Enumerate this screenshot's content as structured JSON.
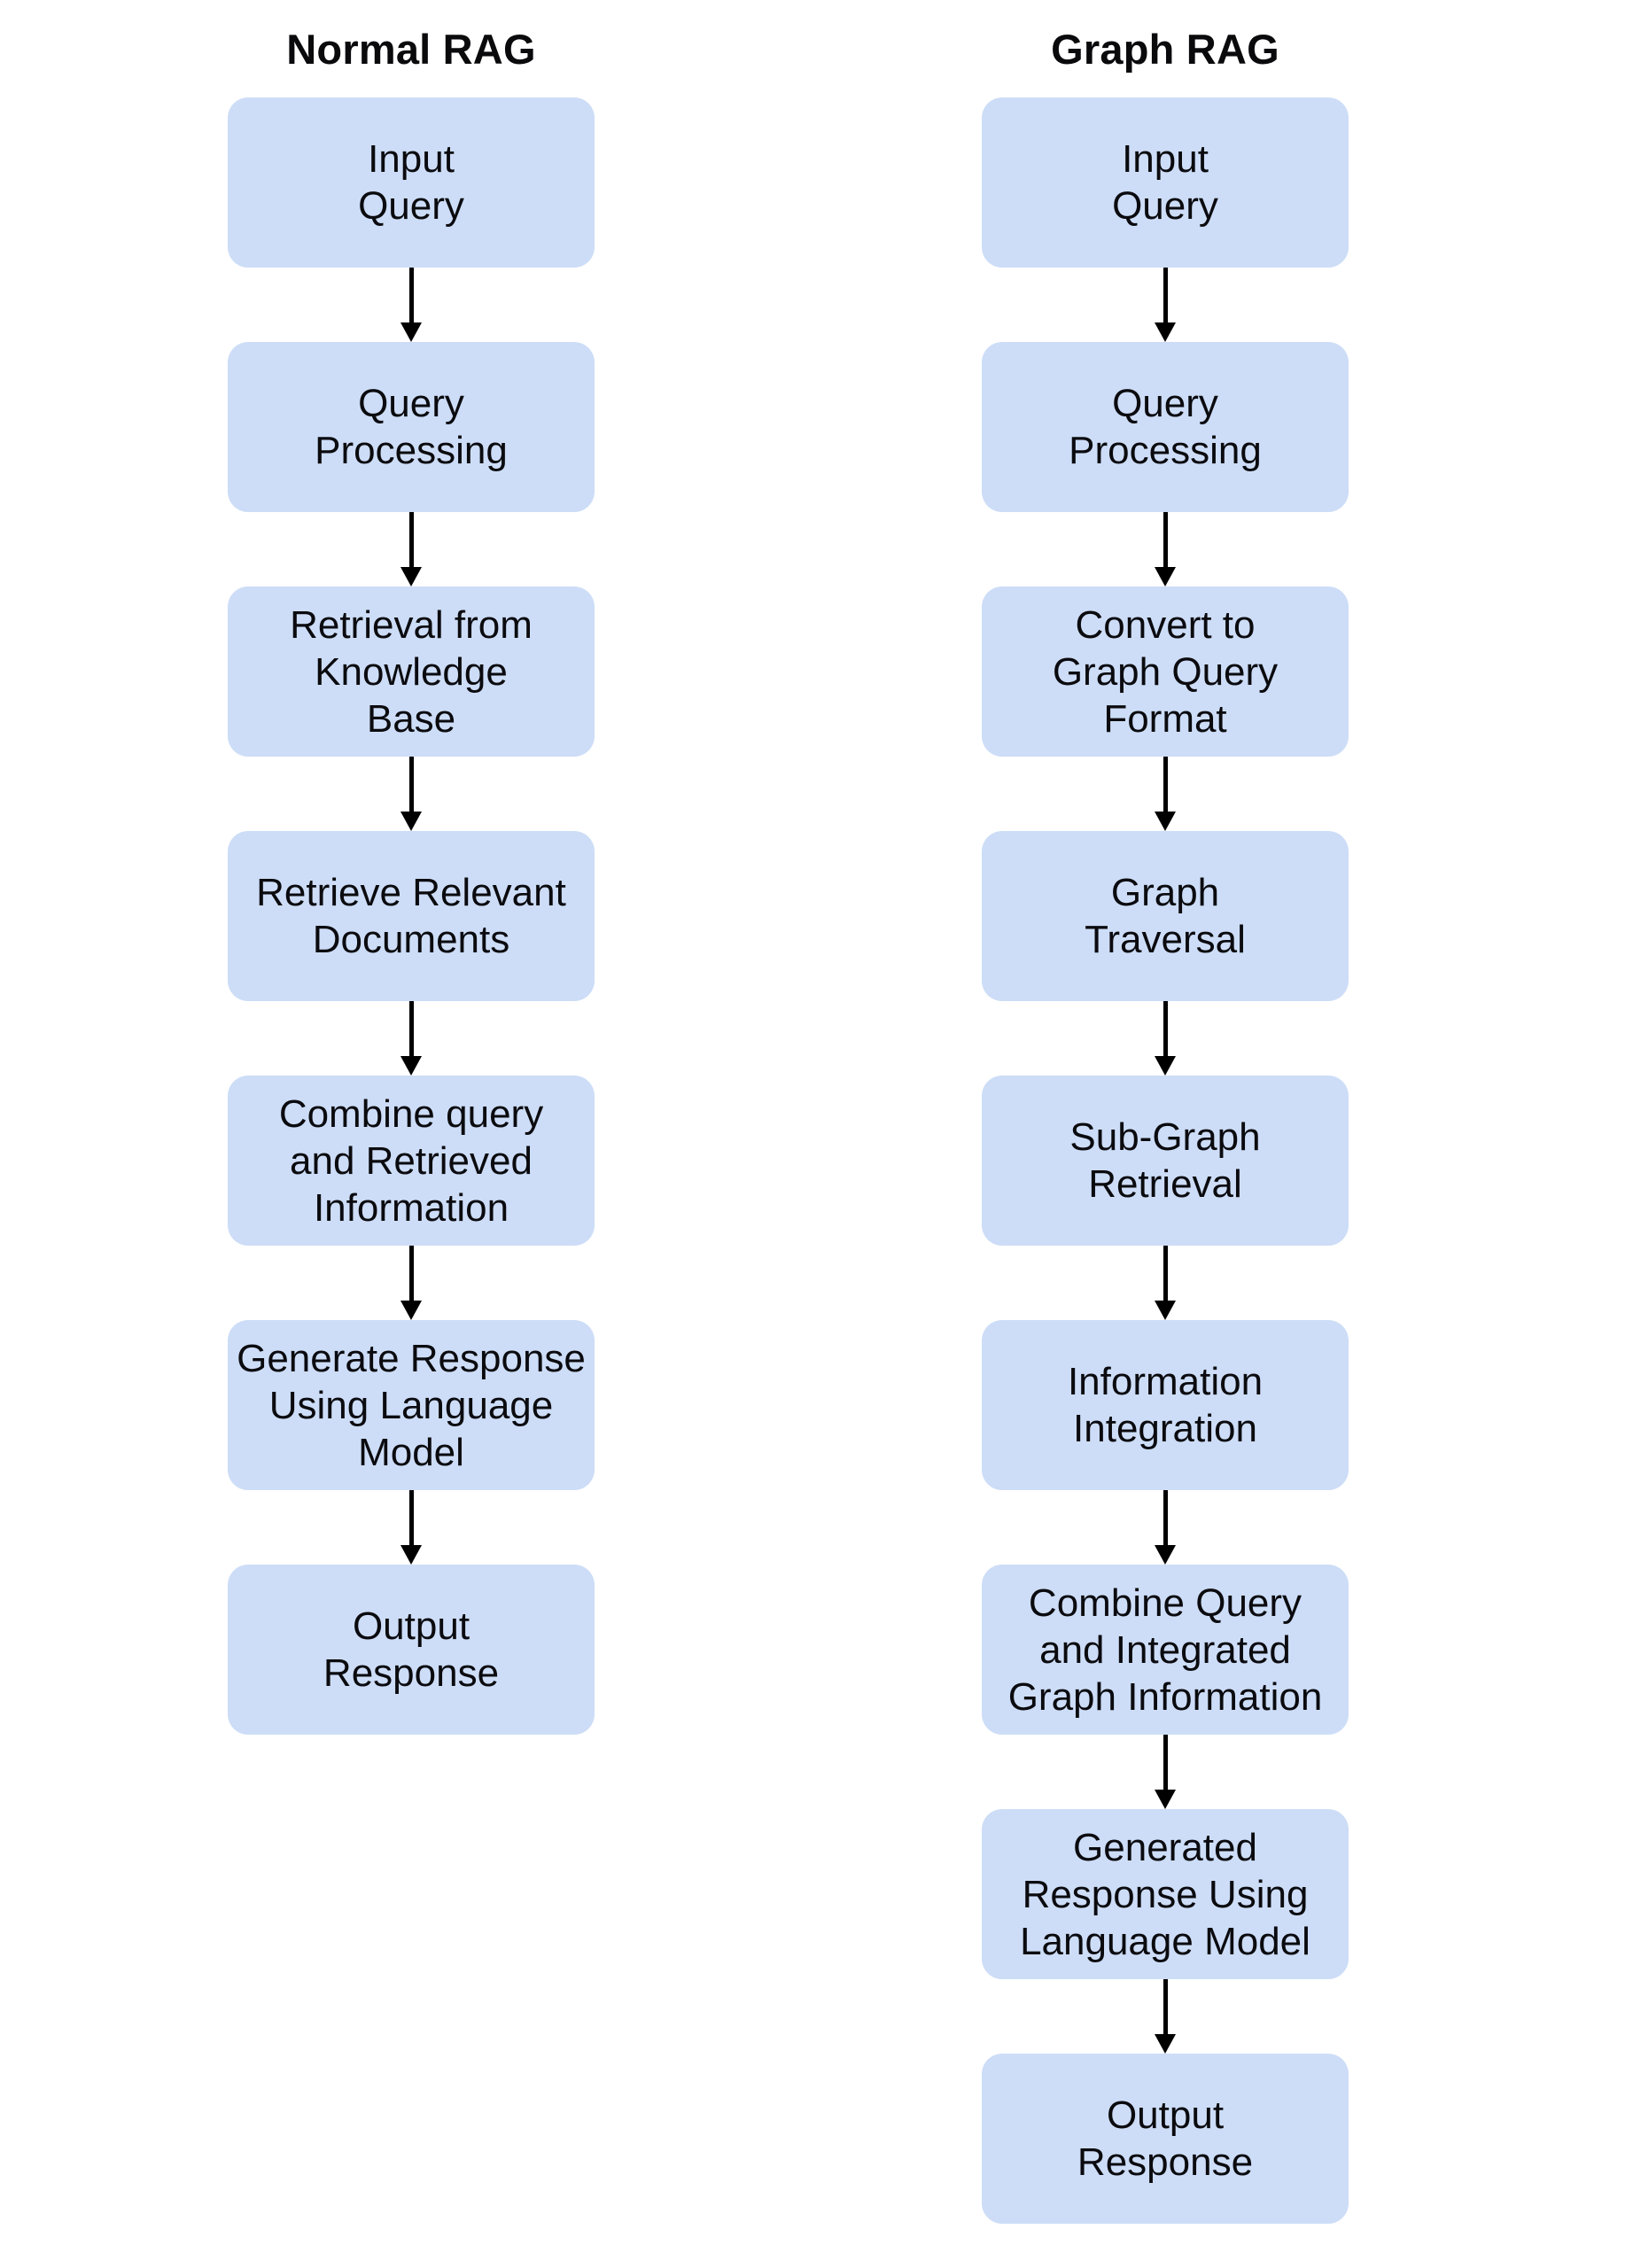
{
  "columns": [
    {
      "title": "Normal RAG",
      "nodes": [
        {
          "lines": [
            "Input",
            "Query"
          ]
        },
        {
          "lines": [
            "Query",
            "Processing"
          ]
        },
        {
          "lines": [
            "Retrieval from",
            "Knowledge",
            "Base"
          ]
        },
        {
          "lines": [
            "Retrieve Relevant",
            "Documents"
          ]
        },
        {
          "lines": [
            "Combine query",
            "and Retrieved",
            "Information"
          ]
        },
        {
          "lines": [
            "Generate Response",
            "Using Language",
            "Model"
          ]
        },
        {
          "lines": [
            "Output",
            "Response"
          ]
        }
      ]
    },
    {
      "title": "Graph RAG",
      "nodes": [
        {
          "lines": [
            "Input",
            "Query"
          ]
        },
        {
          "lines": [
            "Query",
            "Processing"
          ]
        },
        {
          "lines": [
            "Convert to",
            "Graph Query",
            "Format"
          ]
        },
        {
          "lines": [
            "Graph",
            "Traversal"
          ]
        },
        {
          "lines": [
            "Sub-Graph",
            "Retrieval"
          ]
        },
        {
          "lines": [
            "Information",
            "Integration"
          ]
        },
        {
          "lines": [
            "Combine Query",
            "and Integrated",
            "Graph Information"
          ]
        },
        {
          "lines": [
            "Generated",
            "Response Using",
            "Language Model"
          ]
        },
        {
          "lines": [
            "Output",
            "Response"
          ]
        }
      ]
    }
  ],
  "colors": {
    "node_fill": "#cdddf7",
    "arrow": "#000000",
    "text": "#0b0b0f",
    "background": "#ffffff"
  }
}
